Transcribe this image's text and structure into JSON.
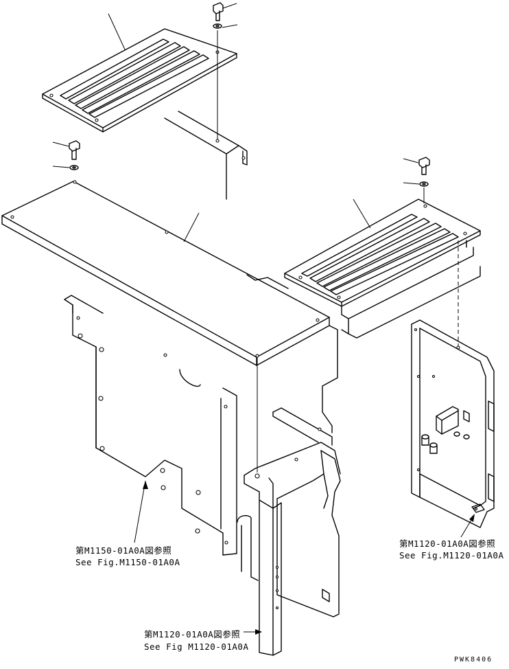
{
  "callouts": {
    "left_ref_ja": "第M1150-01A0A図参照",
    "left_ref_en": "See Fig.M1150-01A0A",
    "right_ref_ja": "第M1120-01A0A図参照",
    "right_ref_en": "See Fig.M1120-01A0A",
    "bottom_ref_ja": "第M1120-01A0A図参照",
    "bottom_ref_en": "See Fig M1120-01A0A"
  },
  "drawing_code": "PWK8406",
  "parts": [
    "louvered-grille-top",
    "louvered-grille-right",
    "top-cover-plate",
    "side-panel",
    "front-post",
    "right-side-frame",
    "bolt",
    "washer"
  ]
}
